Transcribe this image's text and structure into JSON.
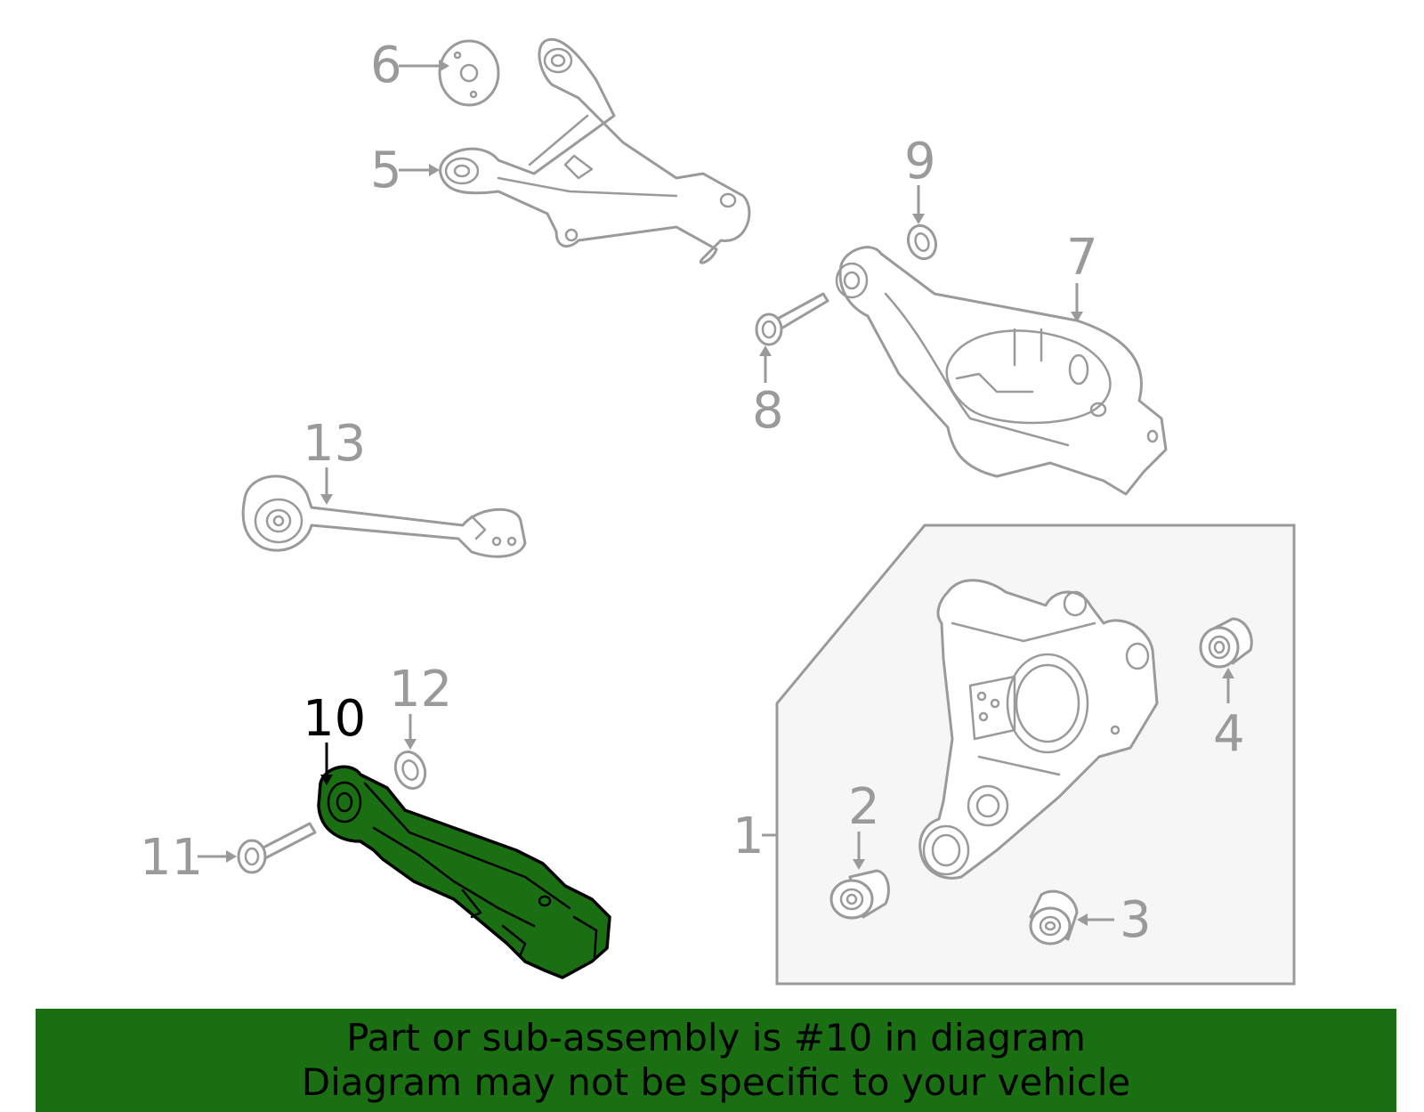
{
  "callouts": {
    "c1": "1",
    "c2": "2",
    "c3": "3",
    "c4": "4",
    "c5": "5",
    "c6": "6",
    "c7": "7",
    "c8": "8",
    "c9": "9",
    "c10": "10",
    "c11": "11",
    "c12": "12",
    "c13": "13"
  },
  "highlighted_part": "10",
  "colors": {
    "highlight_fill": "#1a6f12",
    "banner_background": "#1a6f12",
    "part_outline": "#9a9a9a",
    "inset_background": "#f6f6f6"
  },
  "banner": {
    "line1": "Part or sub-assembly is #10 in diagram",
    "line2": "Diagram may not be specific to your vehicle"
  }
}
